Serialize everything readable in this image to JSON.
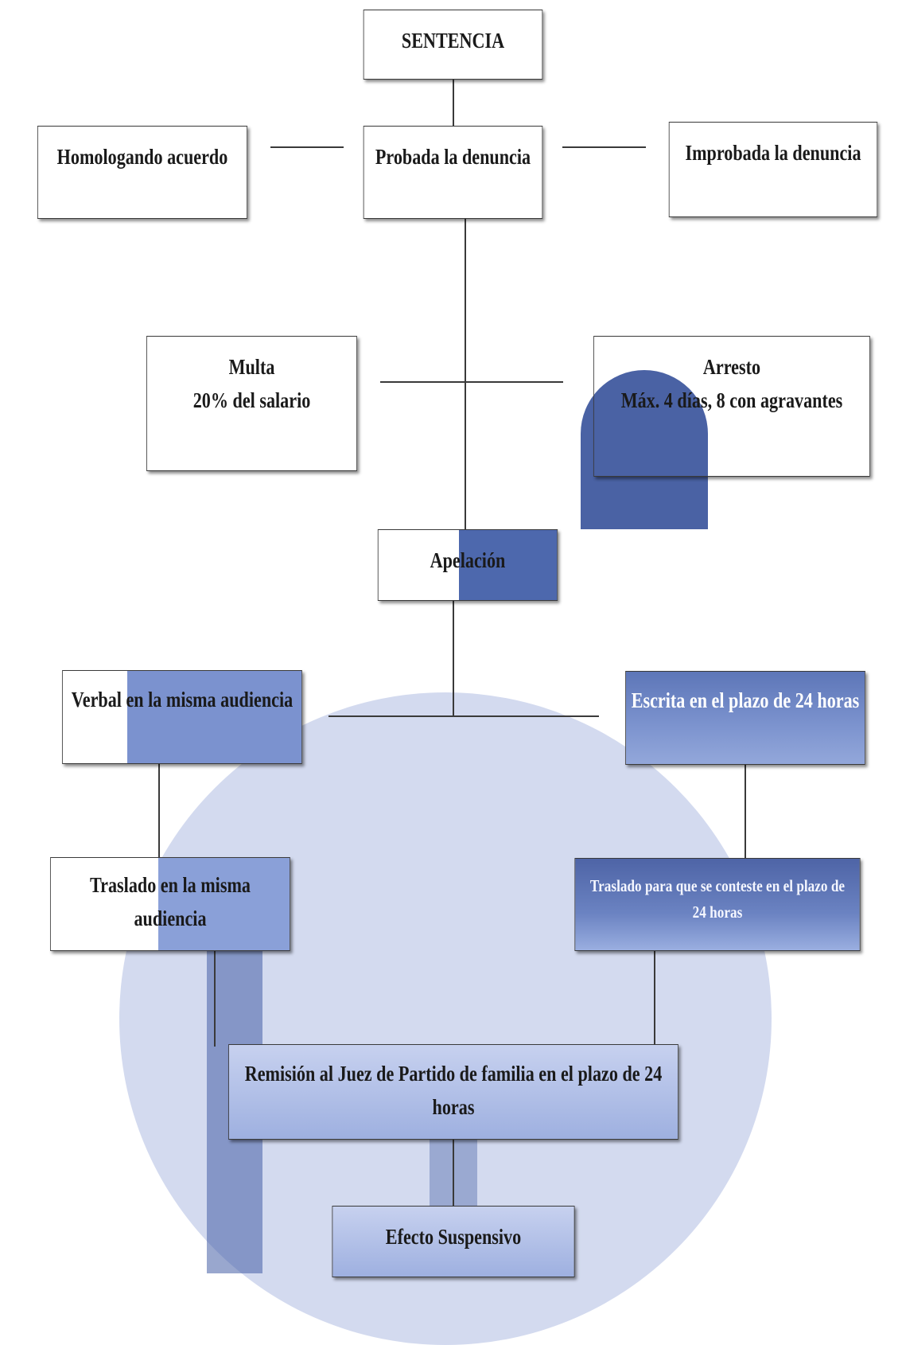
{
  "diagram": {
    "nodes": {
      "sentencia": [
        "SENTENCIA"
      ],
      "homologando": [
        "Homologando acuerdo"
      ],
      "probada": [
        "Probada la denuncia"
      ],
      "improbada": [
        "Improbada la denuncia"
      ],
      "multa": [
        "Multa",
        "20% del salario"
      ],
      "arresto": [
        "Arresto",
        "Máx. 4 días, 8 con agravantes"
      ],
      "apelacion": [
        "Apelación"
      ],
      "verbal": [
        "Verbal en la misma audiencia"
      ],
      "escrita": [
        "Escrita en el plazo de 24 horas"
      ],
      "traslado_audiencia": [
        "Traslado en la misma",
        "audiencia"
      ],
      "traslado_plazo": [
        "Traslado para que se conteste en el plazo de",
        "24 horas"
      ],
      "remision": [
        "Remisión al Juez de Partido de familia en el plazo de 24",
        "horas"
      ],
      "efecto": [
        "Efecto Suspensivo"
      ]
    },
    "edges": [
      [
        "sentencia",
        "probada"
      ],
      [
        "homologando",
        "probada"
      ],
      [
        "probada",
        "improbada"
      ],
      [
        "probada",
        "apelacion"
      ],
      [
        "multa",
        "arresto"
      ],
      [
        "apelacion",
        "verbal"
      ],
      [
        "apelacion",
        "escrita"
      ],
      [
        "verbal",
        "traslado_audiencia"
      ],
      [
        "escrita",
        "traslado_plazo"
      ],
      [
        "traslado_audiencia",
        "remision"
      ],
      [
        "traslado_plazo",
        "remision"
      ],
      [
        "remision",
        "efecto"
      ]
    ]
  }
}
